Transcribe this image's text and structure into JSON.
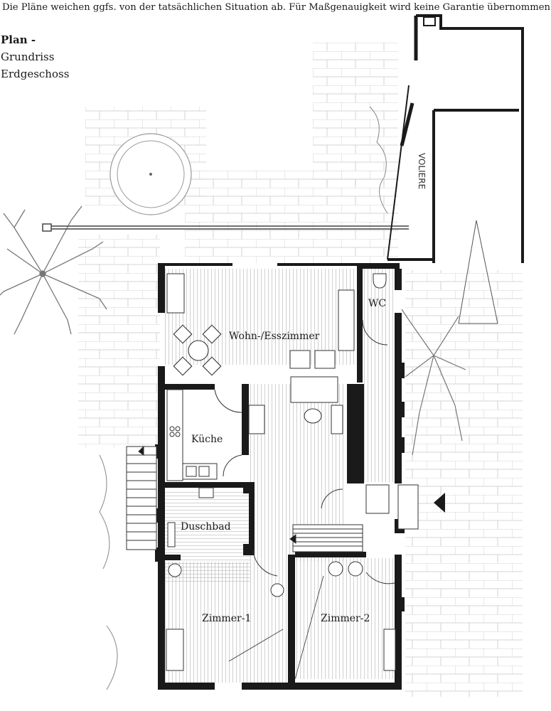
{
  "disclaimer": "Die Pläne weichen ggfs. von der tatsächlichen Situation ab. Für Maßgenauigkeit wird keine Garantie übernommen.",
  "heading": {
    "title": "Plan -",
    "line1": "Grundriss",
    "line2": "Erdgeschoss"
  },
  "rooms": {
    "wohn": "Wohn-/Esszimmer",
    "wc": "WC",
    "kueche": "Küche",
    "duschbad": "Duschbad",
    "zimmer1": "Zimmer-1",
    "zimmer2": "Zimmer-2"
  },
  "carport_label": "VOLIERE",
  "colors": {
    "ink": "#1a1a1a",
    "hatch": "#9a9a9a",
    "paper": "#ffffff"
  }
}
